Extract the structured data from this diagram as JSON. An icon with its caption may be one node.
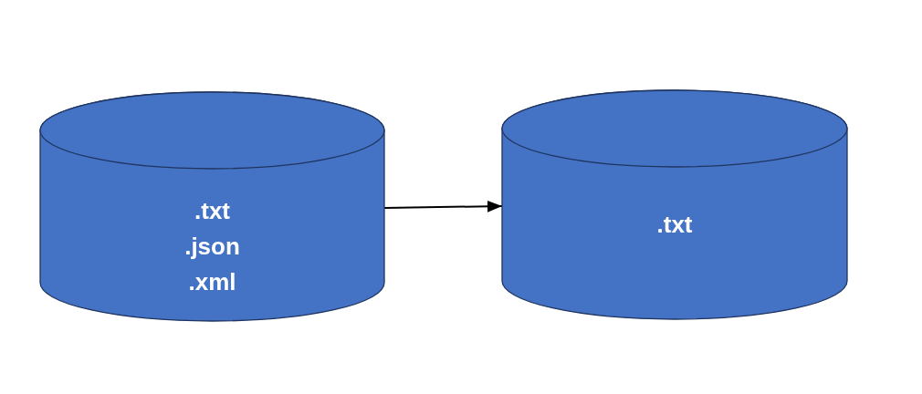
{
  "diagram": {
    "nodes": [
      {
        "text": [
          ".txt .json .xml"
        ]
      },
      {
        "text": [
          ".txt"
        ]
      }
    ],
    "edges": [
      {
        "from": 0,
        "to": 1,
        "arrow": "to"
      }
    ]
  }
}
